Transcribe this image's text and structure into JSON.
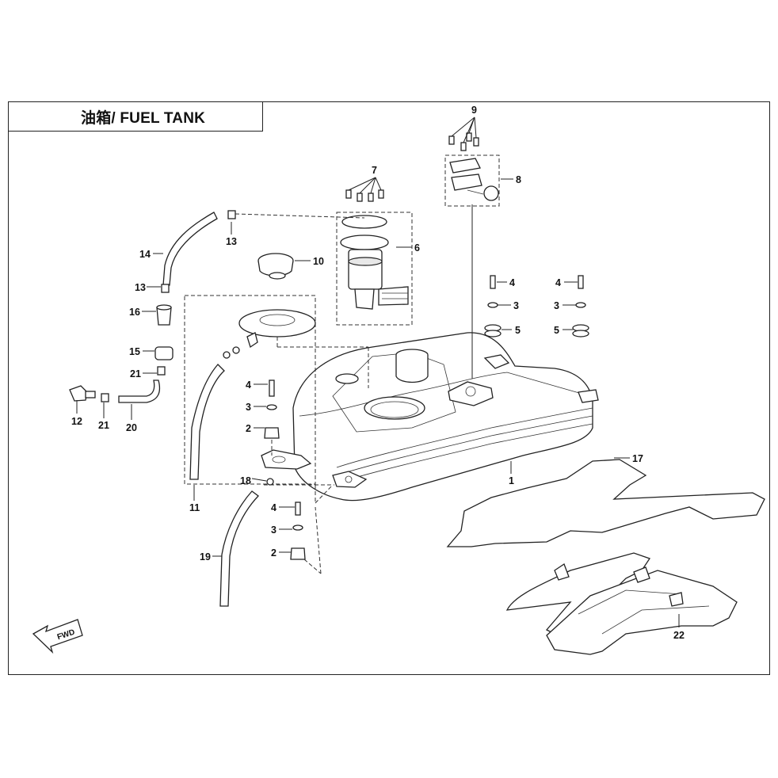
{
  "title": "油箱/ FUEL TANK",
  "fwd_label": "FWD",
  "callouts": {
    "c1": "1",
    "c2a": "2",
    "c2b": "2",
    "c3a": "3",
    "c3b": "3",
    "c3c": "3",
    "c3d": "3",
    "c4a": "4",
    "c4b": "4",
    "c4c": "4",
    "c4d": "4",
    "c5a": "5",
    "c5b": "5",
    "c6": "6",
    "c7": "7",
    "c8": "8",
    "c9": "9",
    "c10": "10",
    "c11": "11",
    "c12": "12",
    "c13a": "13",
    "c13b": "13",
    "c14": "14",
    "c15": "15",
    "c16": "16",
    "c17": "17",
    "c18": "18",
    "c19": "19",
    "c20": "20",
    "c21a": "21",
    "c21b": "21",
    "c22": "22"
  },
  "colors": {
    "line": "#222222",
    "background": "#ffffff"
  }
}
